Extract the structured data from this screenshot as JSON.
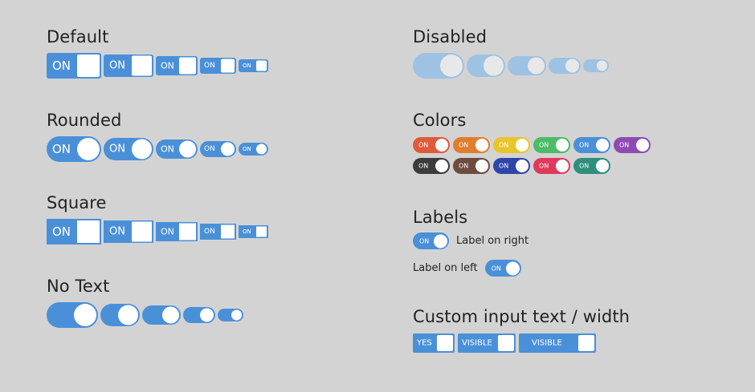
{
  "sections": {
    "default": {
      "title": "Default"
    },
    "rounded": {
      "title": "Rounded"
    },
    "square": {
      "title": "Square"
    },
    "notext": {
      "title": "No Text"
    },
    "disabled": {
      "title": "Disabled"
    },
    "colors": {
      "title": "Colors"
    },
    "labels": {
      "title": "Labels"
    },
    "custom": {
      "title": "Custom input text / width"
    }
  },
  "toggle_text": "ON",
  "labels": {
    "right_text": "Label on right",
    "left_text": "Label on left"
  },
  "custom": {
    "yes": "YES",
    "visible1": "VISIBLE",
    "visible2": "VISIBLE"
  },
  "colors": {
    "primary": "#4a90d9",
    "disabled": "#9ec2e4",
    "swatches": [
      "#e05a3a",
      "#e07d2e",
      "#e9c52b",
      "#4cbc66",
      "#4a90d9",
      "#8e4bb3",
      "#3c3c3c",
      "#6d4c3d",
      "#2f46a8",
      "#df3a5c",
      "#2f8e7e"
    ]
  }
}
